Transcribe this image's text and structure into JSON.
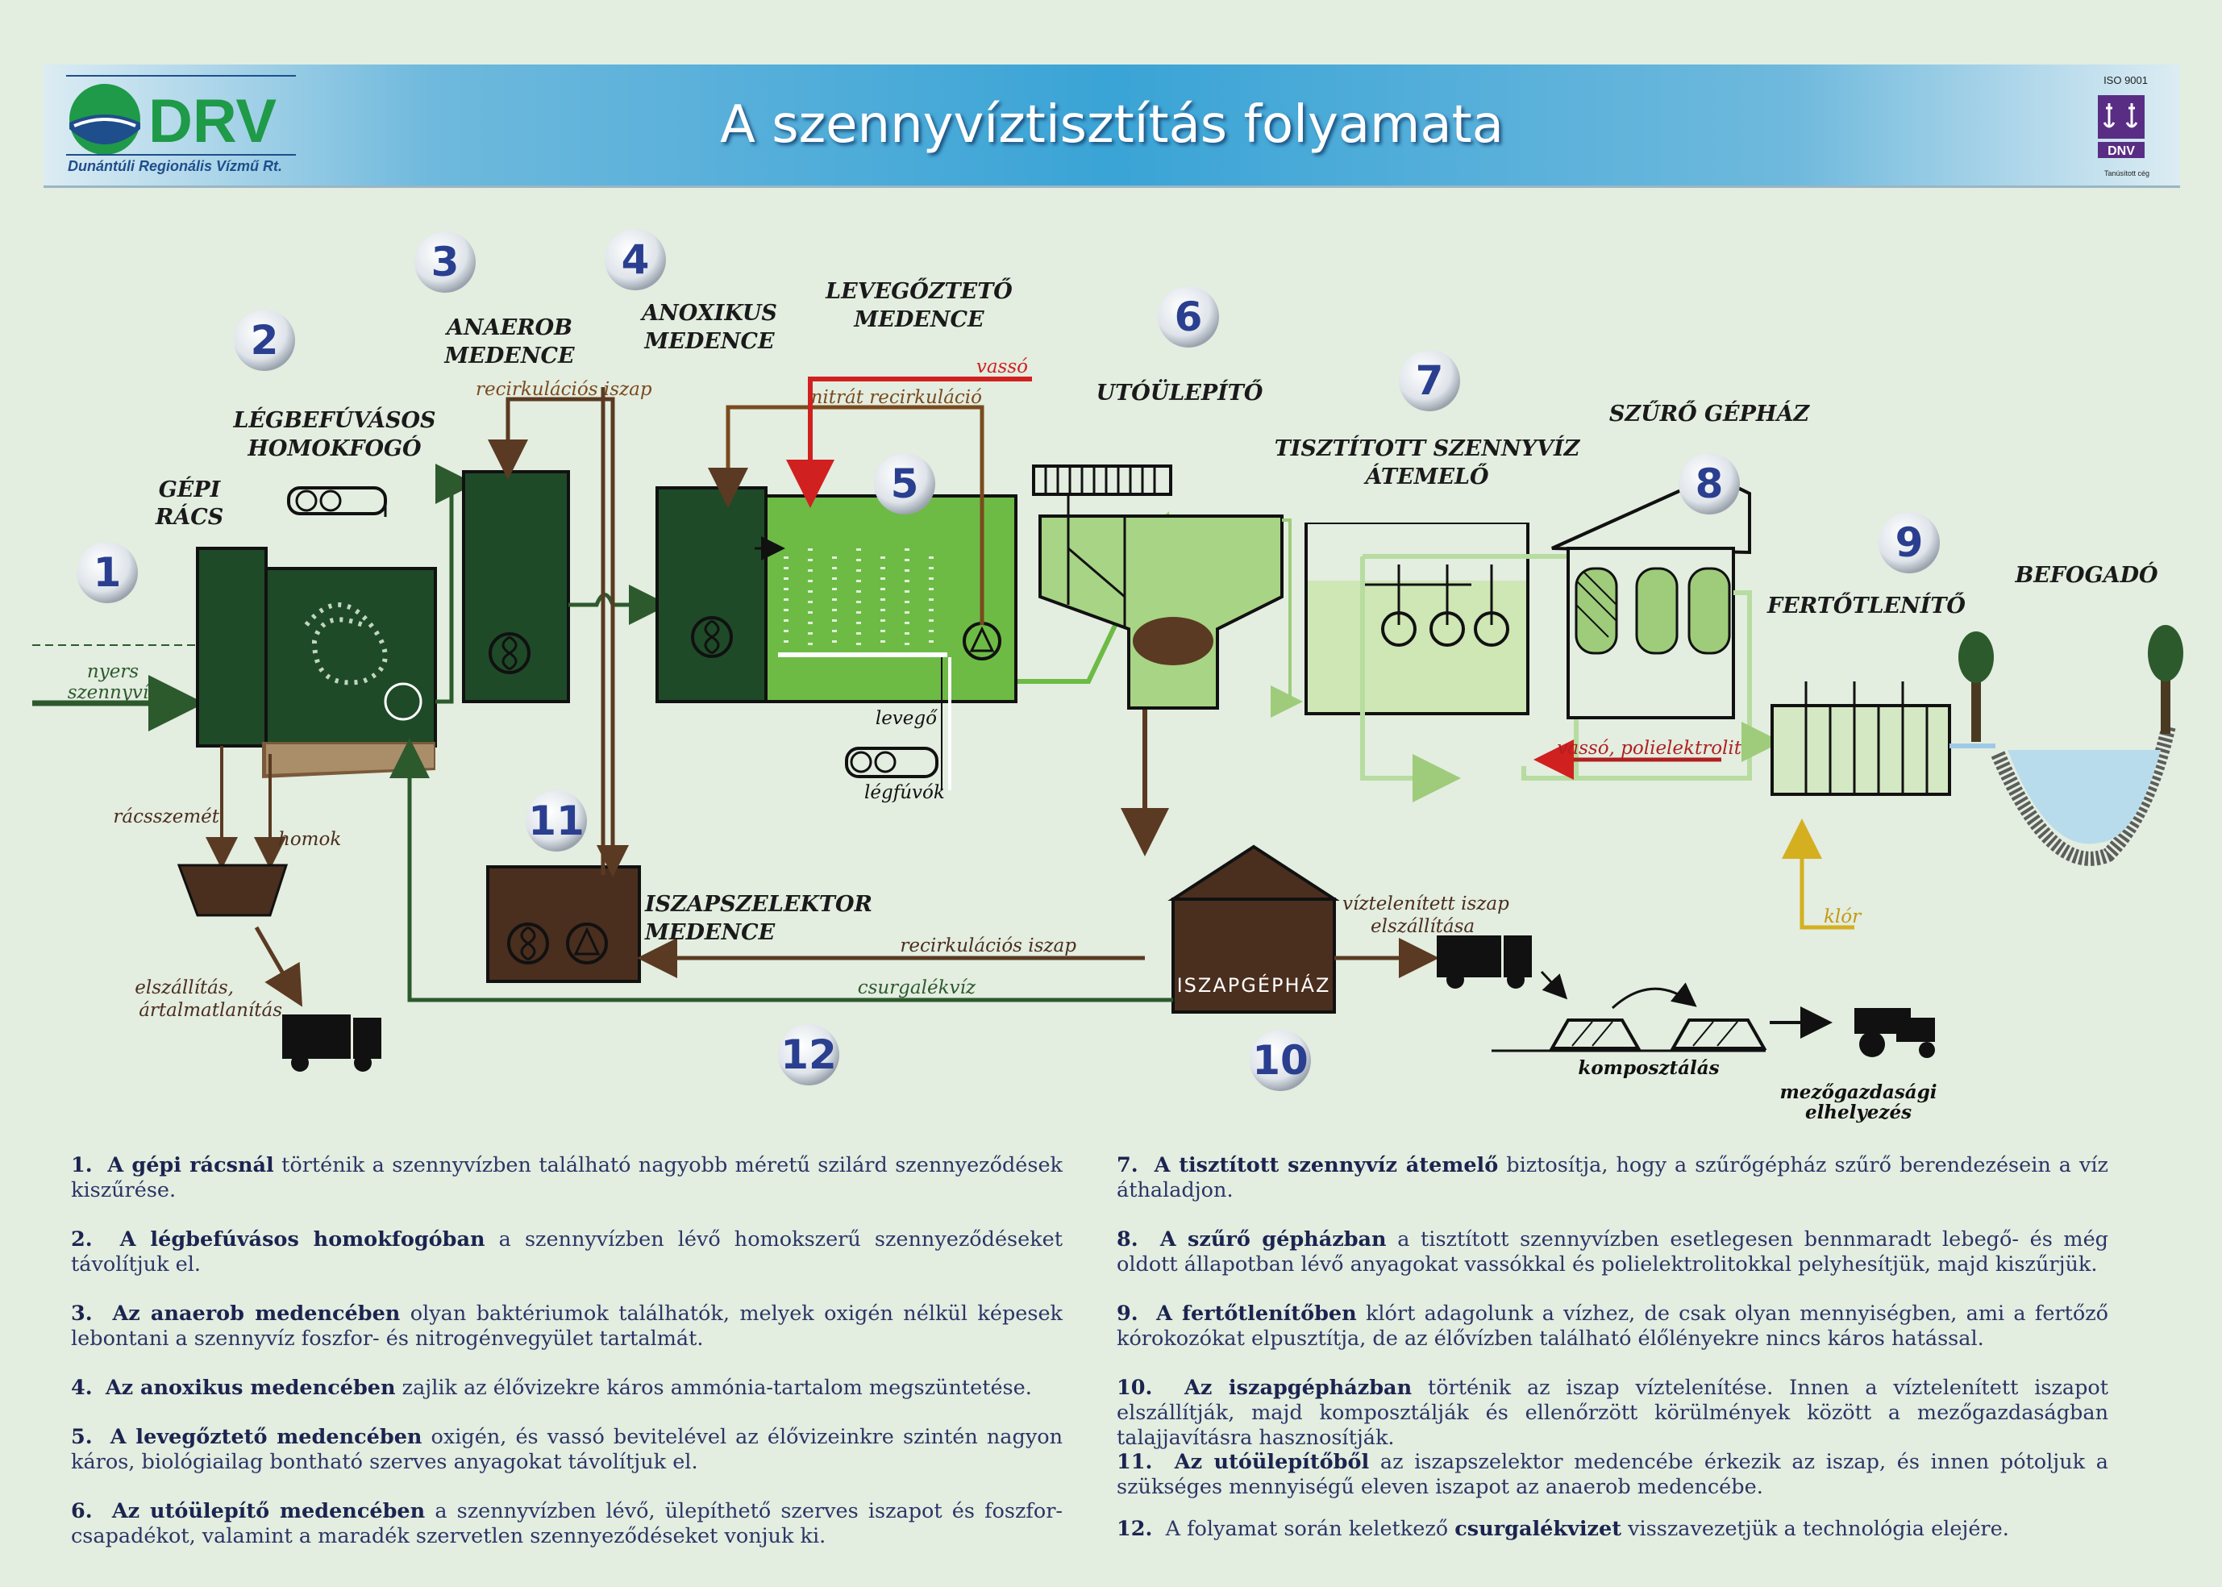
{
  "header": {
    "logo_text": "DRV",
    "logo_subtitle": "Dunántúli Regionális Vízmű Rt.",
    "title": "A szennyvíztisztítás folyamata",
    "iso_label": "ISO 9001",
    "cert_logo_text": "DNV",
    "cert_label": "Tanúsított cég"
  },
  "diagram": {
    "numbers": [
      "1",
      "2",
      "3",
      "4",
      "5",
      "6",
      "7",
      "8",
      "9",
      "10",
      "11",
      "12"
    ],
    "stations": {
      "gepi_racs": [
        "GÉPI",
        "RÁCS"
      ],
      "homokfogo": [
        "LÉGBEFÚVÁSOS",
        "HOMOKFOGÓ"
      ],
      "anaerob": [
        "ANAEROB",
        "MEDENCE"
      ],
      "anoxikus": [
        "ANOXIKUS",
        "MEDENCE"
      ],
      "levegozteto": [
        "LEVEGŐZTETŐ",
        "MEDENCE"
      ],
      "utoulepito": "UTÓÜLEPÍTŐ",
      "atemelo": [
        "TISZTÍTOTT SZENNYVÍZ",
        "ÁTEMELŐ"
      ],
      "szuro": "SZŰRŐ GÉPHÁZ",
      "fertotlenito": "FERTŐTLENÍTŐ",
      "befogado": "BEFOGADÓ",
      "iszapszelektor": [
        "ISZAPSZELEKTOR",
        "MEDENCE"
      ],
      "iszapgephaz": "ISZAPGÉPHÁZ"
    },
    "flows": {
      "nyers": [
        "nyers",
        "szennyvíz"
      ],
      "racsszemet": "rácsszemét",
      "homok": "homok",
      "elszallitas": [
        "elszállítás,",
        "ártalmatlanítás"
      ],
      "recirk_top": "recirkulációs iszap",
      "nitrat": "nitrát recirkuláció",
      "vasso": "vassó",
      "levego": "levegő",
      "legfuvok": "légfúvók",
      "vasso_poli": "vassó, polielektrolit",
      "klor": "klór",
      "recirk_bottom": "recirkulációs iszap",
      "csurgalekviz": "csurgalékvíz",
      "viztelenitett": [
        "víztelenített iszap",
        "elszállítása"
      ],
      "komposztalas": "komposztálás",
      "mezogazdasagi": [
        "mezőgazdasági",
        "elhelyezés"
      ]
    }
  },
  "descriptions": {
    "left": [
      {
        "num": "1.",
        "bold": "A gépi rácsnál",
        "text": " történik a szennyvízben található nagyobb méretű szilárd szennyeződések kiszűrése."
      },
      {
        "num": "2.",
        "bold": "A légbefúvásos homokfogóban",
        "text": " a szennyvízben lévő homokszerű szennyeződéseket távolítjuk el."
      },
      {
        "num": "3.",
        "bold": "Az anaerob medencében",
        "text": " olyan baktériumok találhatók, melyek oxigén nélkül képesek lebontani a szennyvíz foszfor- és nitrogénvegyület tartalmát."
      },
      {
        "num": "4.",
        "bold": "Az anoxikus medencében",
        "text": " zajlik az élővizekre káros ammónia-tartalom megszüntetése."
      },
      {
        "num": "5.",
        "bold": "A levegőztető medencében",
        "text": " oxigén, és vassó bevitelével az élővizeinkre szintén nagyon káros, biológiailag bontható szerves anyagokat távolítjuk el."
      },
      {
        "num": "6.",
        "bold": "Az utóülepítő medencében",
        "text": " a szennyvízben lévő, ülepíthető szerves iszapot és foszfor-csapadékot, valamint a maradék szervetlen szennyeződéseket vonjuk ki."
      }
    ],
    "right": [
      {
        "num": "7.",
        "bold": "A tisztított szennyvíz átemelő",
        "text": " biztosítja, hogy a szűrőgépház szűrő berendezésein a víz áthaladjon."
      },
      {
        "num": "8.",
        "bold": "A szűrő gépházban",
        "text": " a tisztított szennyvízben esetlegesen bennmaradt lebegő- és még oldott állapotban lévő anyagokat vassókkal és polielektrolitokkal pelyhesítjük, majd kiszűrjük."
      },
      {
        "num": "9.",
        "bold": "A fertőtlenítőben",
        "text": " klórt adagolunk a vízhez, de csak olyan mennyiségben, ami a fertőző kórokozókat elpusztítja, de az élővízben található élőlényekre nincs káros hatással."
      },
      {
        "num": "10.",
        "bold": "Az iszapgépházban",
        "text": " történik az iszap víztelenítése. Innen a víztelenített iszapot elszállítják, majd komposztálják és ellenőrzött körülmények között a mezőgazdaságban talajjavításra hasznosítják."
      },
      {
        "num": "11.",
        "bold": "Az utóülepítőből",
        "text": " az iszapszelektor medencébe érkezik az iszap, és innen pótoljuk a szükséges mennyiségű eleven iszapot az anaerob medencébe."
      },
      {
        "num": "12.",
        "bold": "",
        "text": "A folyamat során keletkező ",
        "bold2": "csurgalékvizet",
        "text2": " visszavezetjük a technológia elejére."
      }
    ]
  },
  "colors": {
    "background": "#e3ede0",
    "dark_tank": "#1e4a28",
    "aeration": "#6dbb45",
    "light_tank": "#cfe6b5",
    "sludge": "#4a2e1e",
    "vasso_red": "#d02020",
    "nitrate_brown": "#7a4a1e",
    "chlorine": "#d4b020",
    "number_blue": "#2a3f8f"
  }
}
